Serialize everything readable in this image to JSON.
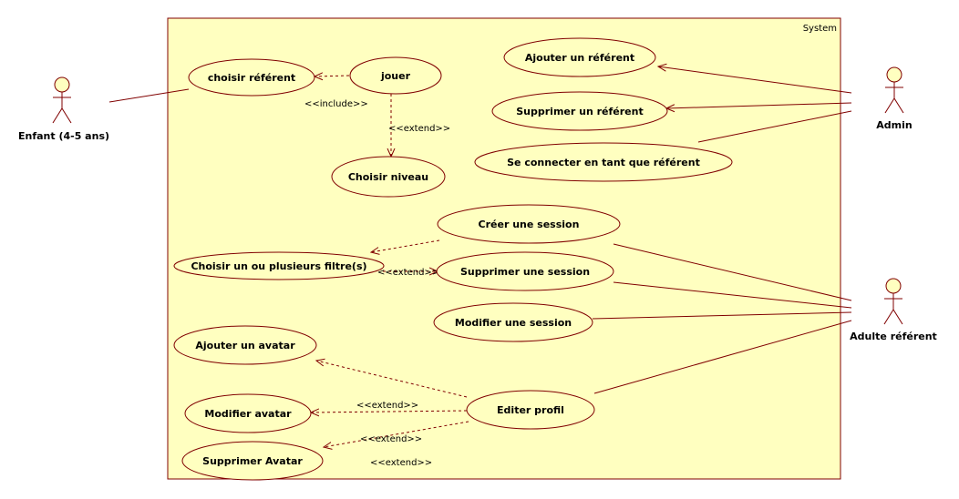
{
  "system": {
    "title": "System"
  },
  "colors": {
    "fill": "#ffffc0",
    "stroke": "#800000",
    "border": "#800000"
  },
  "actors": {
    "enfant": "Enfant (4-5 ans)",
    "admin": "Admin",
    "adulte": "Adulte référent"
  },
  "use_cases": {
    "choisir_referent": "choisir référent",
    "jouer": "jouer",
    "choisir_niveau": "Choisir niveau",
    "ajouter_referent": "Ajouter un référent",
    "supprimer_referent": "Supprimer un référent",
    "se_connecter": "Se connecter en tant que référent",
    "creer_session": "Créer une session",
    "choisir_filtres": "Choisir un  ou plusieurs filtre(s)",
    "supprimer_session": "Supprimer une session",
    "modifier_session": "Modifier une session",
    "ajouter_avatar": "Ajouter un avatar",
    "editer_profil": "Editer profil",
    "modifier_avatar": "Modifier avatar",
    "supprimer_avatar": "Supprimer Avatar"
  },
  "stereotypes": {
    "include_jouer": "<<include>>",
    "extend_jouer": "<<extend>>",
    "extend_session": "<<extend>>",
    "extend_modifier_avatar": "<<extend>>",
    "extend_supprimer_avatar": "<<extend>>",
    "extend_bottom": "<<extend>>"
  }
}
